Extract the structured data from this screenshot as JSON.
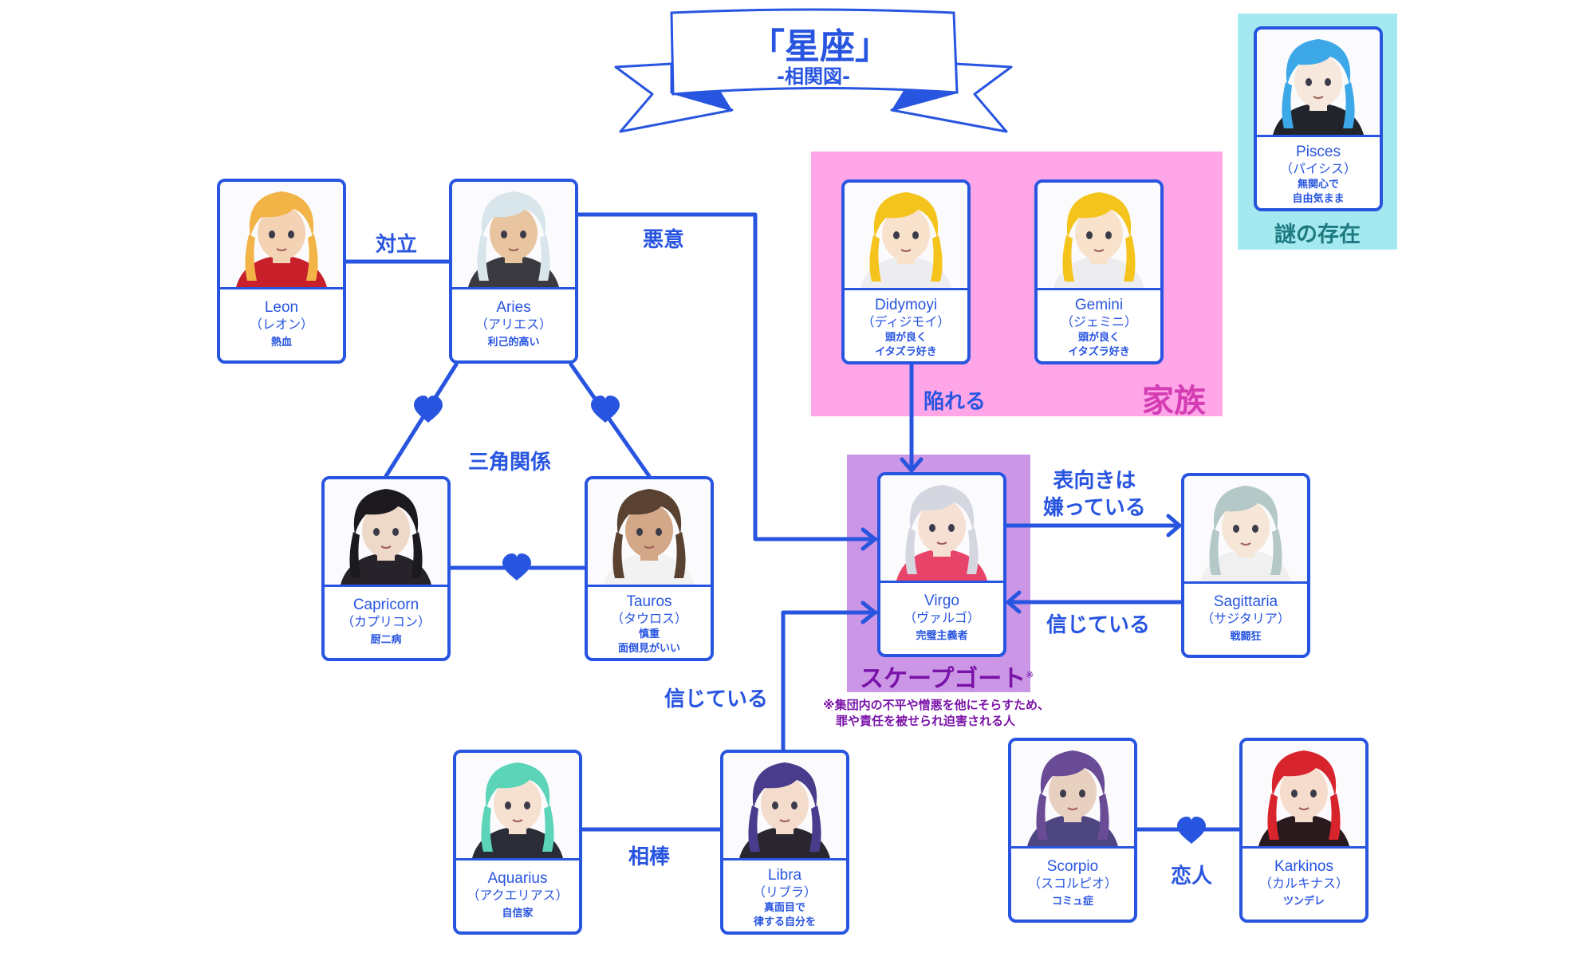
{
  "title": {
    "main": "「星座」",
    "sub": "-相関図-"
  },
  "colors": {
    "line": "#2855E0",
    "family_bg": "#FFA6E8",
    "family_text": "#D43CB4",
    "scapegoat_bg": "#CC96E6",
    "scapegoat_text": "#7A12A8",
    "mystery_bg": "#A4E8F0",
    "mystery_text": "#1E7A80"
  },
  "groups": {
    "family": {
      "label": "家族"
    },
    "scapegoat": {
      "label": "スケープゴート",
      "mark": "※",
      "note_line1": "※集団内の不平や憎悪を他にそらすため、",
      "note_line2": "罪や責任を被せられ迫害される人"
    },
    "mystery": {
      "label": "謎の存在"
    }
  },
  "characters": {
    "leon": {
      "name": "Leon",
      "kana": "（レオン）",
      "trait": [
        "熱血"
      ],
      "hair": "#F2B446",
      "skin": "#F4D2B4",
      "cloth": "#C8202A"
    },
    "aries": {
      "name": "Aries",
      "kana": "（アリエス）",
      "trait": [
        "利己的高い"
      ],
      "hair": "#D8E6EC",
      "skin": "#E8C4A0",
      "cloth": "#3A3A40"
    },
    "capricorn": {
      "name": "Capricorn",
      "kana": "（カプリコン）",
      "trait": [
        "厨二病"
      ],
      "hair": "#1C1A1E",
      "skin": "#EED8C8",
      "cloth": "#26242A"
    },
    "tauros": {
      "name": "Tauros",
      "kana": "（タウロス）",
      "trait": [
        "慎重",
        "面倒見がいい"
      ],
      "hair": "#5A4232",
      "skin": "#D2A888",
      "cloth": "#F2F2F2"
    },
    "didymoyi": {
      "name": "Didymoyi",
      "kana": "（ディジモイ）",
      "trait": [
        "頭が良く",
        "イタズラ好き"
      ],
      "hair": "#F4C41C",
      "skin": "#F8E2CC",
      "cloth": "#EDEDF0"
    },
    "gemini": {
      "name": "Gemini",
      "kana": "（ジェミニ）",
      "trait": [
        "頭が良く",
        "イタズラ好き"
      ],
      "hair": "#F4C41C",
      "skin": "#F8E2CC",
      "cloth": "#EDEDF0"
    },
    "virgo": {
      "name": "Virgo",
      "kana": "（ヴァルゴ）",
      "trait": [
        "完璧主義者"
      ],
      "hair": "#D4D6E0",
      "skin": "#F6E0D4",
      "cloth": "#E8446A"
    },
    "sagittaria": {
      "name": "Sagittaria",
      "kana": "（サジタリア）",
      "trait": [
        "戦闘狂"
      ],
      "hair": "#B4C8C8",
      "skin": "#F6E6D8",
      "cloth": "#F0F0F0"
    },
    "pisces": {
      "name": "Pisces",
      "kana": "（パイシス）",
      "trait": [
        "無関心で",
        "自由気まま"
      ],
      "hair": "#3CA8E8",
      "skin": "#F6E8DC",
      "cloth": "#22242C"
    },
    "aquarius": {
      "name": "Aquarius",
      "kana": "（アクエリアス）",
      "trait": [
        "自信家"
      ],
      "hair": "#5CD4B8",
      "skin": "#F6E0D0",
      "cloth": "#2A2C36"
    },
    "libra": {
      "name": "Libra",
      "kana": "（リブラ）",
      "trait": [
        "真面目で",
        "律する自分を"
      ],
      "hair": "#4A3C8C",
      "skin": "#F4DCCC",
      "cloth": "#2A2630"
    },
    "scorpio": {
      "name": "Scorpio",
      "kana": "（スコルピオ）",
      "trait": [
        "コミュ症"
      ],
      "hair": "#6A4C96",
      "skin": "#E8D0C0",
      "cloth": "#4E4680"
    },
    "karkinos": {
      "name": "Karkinos",
      "kana": "（カルキナス）",
      "trait": [
        "ツンデレ"
      ],
      "hair": "#D8242C",
      "skin": "#F6DCCC",
      "cloth": "#2A1A1E"
    }
  },
  "relations": {
    "leon_aries": "対立",
    "aries_virgo": "悪意",
    "love_triangle": "三角関係",
    "didymoyi_virgo": "陥れる",
    "virgo_sagittaria_line1": "表向きは",
    "virgo_sagittaria_line2": "嫌っている",
    "sagittaria_virgo": "信じている",
    "libra_virgo": "信じている",
    "aquarius_libra": "相棒",
    "scorpio_karkinos": "恋人"
  }
}
